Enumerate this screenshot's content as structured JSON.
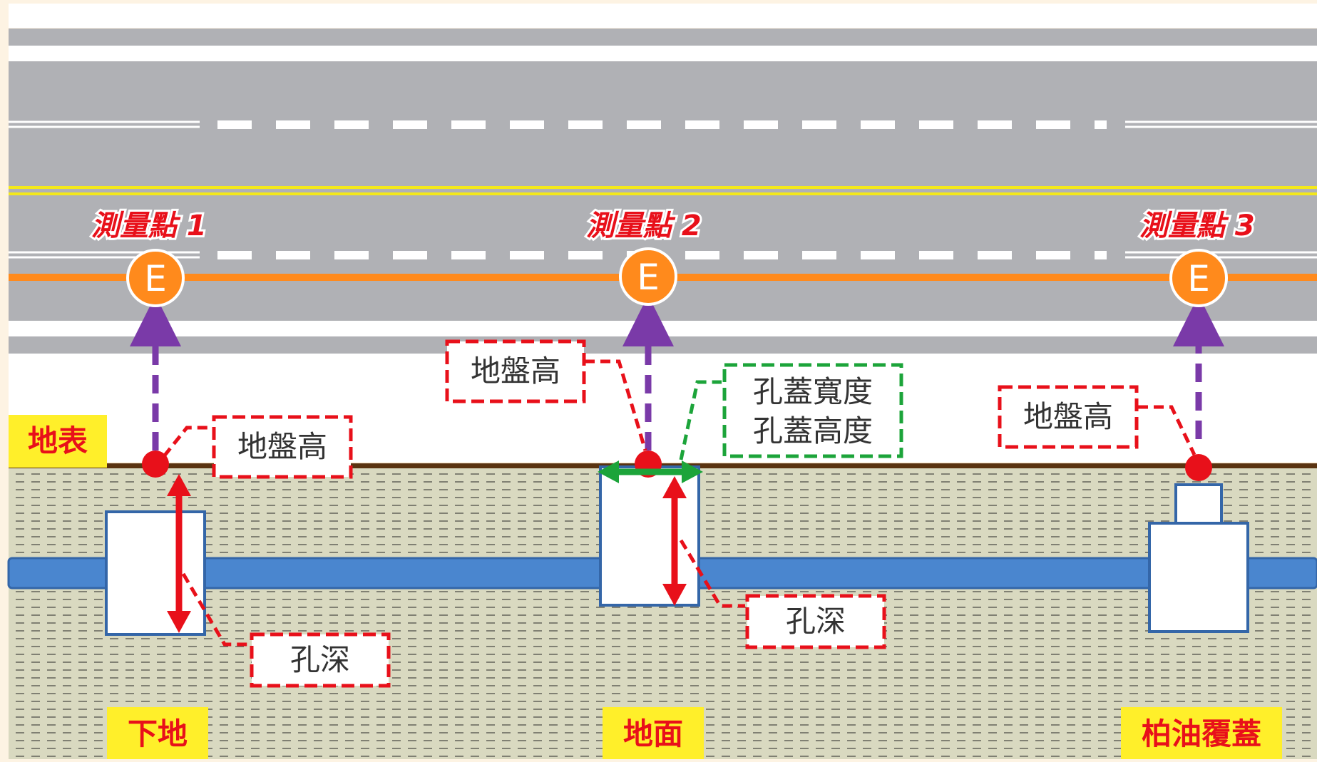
{
  "measure_points": [
    {
      "label": "測量點 1",
      "marker": "E"
    },
    {
      "label": "測量點 2",
      "marker": "E"
    },
    {
      "label": "測量點 3",
      "marker": "E"
    }
  ],
  "labels": {
    "ground_surface": "地表",
    "ground_height": "地盤高",
    "hole_depth": "孔深",
    "cover_width": "孔蓋寬度",
    "cover_height": "孔蓋高度"
  },
  "manhole_types": {
    "underground": "下地",
    "surface": "地面",
    "asphalt_covered": "柏油覆蓋"
  },
  "colors": {
    "road": "#b0b1b5",
    "soil": "#d9d9c0",
    "pipe": "#4a86cf",
    "accent_red": "#e8101a",
    "accent_green": "#1ca43a",
    "orange_line": "#ff8a1c",
    "purple_arrow": "#7a3aa8",
    "label_yellow": "#ffef2a"
  }
}
